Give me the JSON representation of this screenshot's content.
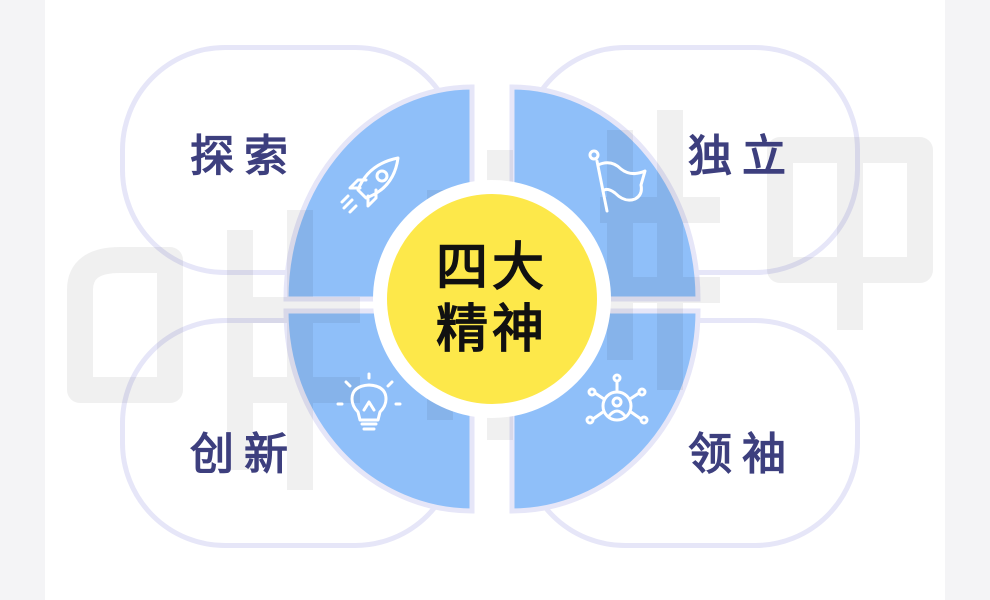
{
  "center": {
    "line1": "四大",
    "line2": "精神"
  },
  "items": [
    {
      "label": "探索",
      "icon": "rocket-icon"
    },
    {
      "label": "独立",
      "icon": "flag-icon"
    },
    {
      "label": "创新",
      "icon": "lightbulb-icon"
    },
    {
      "label": "领袖",
      "icon": "leader-network-icon"
    }
  ],
  "colors": {
    "quarter_blue": "#8fbff9",
    "center_yellow": "#fde84a",
    "label_navy": "#3d3f7e",
    "card_border": "#e6e6f8"
  }
}
